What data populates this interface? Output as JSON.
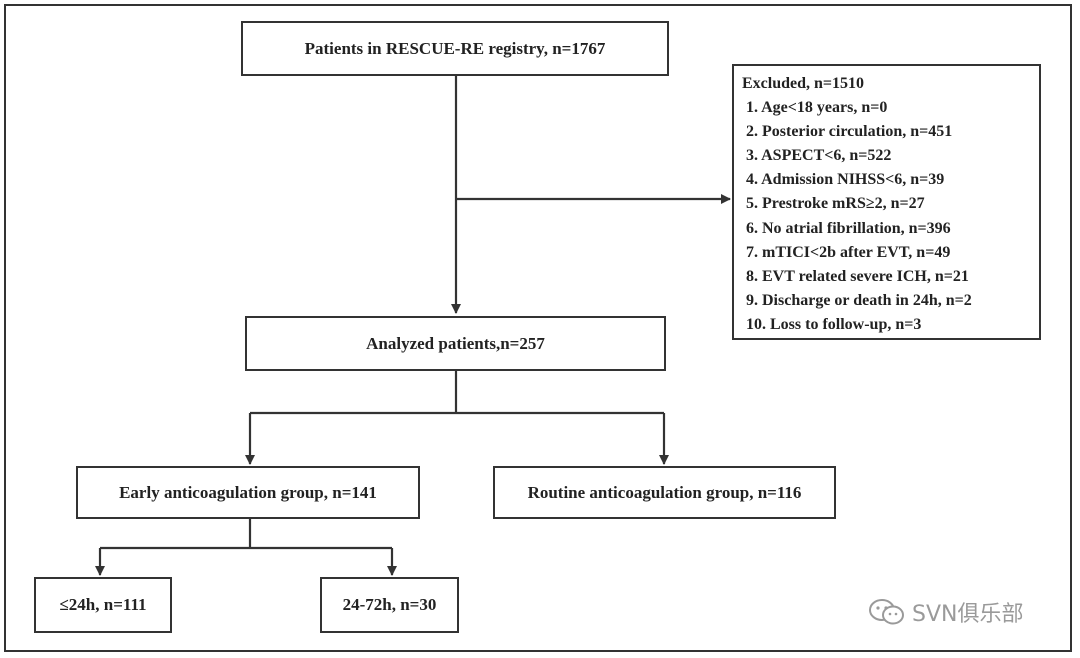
{
  "top_box": "Patients in RESCUE-RE registry, n=1767",
  "excluded": {
    "title": "Excluded, n=1510",
    "items": [
      "1. Age<18 years, n=0",
      "2. Posterior circulation, n=451",
      "3. ASPECT<6, n=522",
      "4. Admission NIHSS<6, n=39",
      "5. Prestroke mRS≥2, n=27",
      "6. No atrial fibrillation, n=396",
      "7. mTICI<2b after EVT, n=49",
      "8. EVT related severe ICH, n=21",
      "9. Discharge or death in 24h, n=2",
      "10. Loss to follow-up, n=3"
    ]
  },
  "analyzed_box": "Analyzed patients,n=257",
  "early_box": "Early anticoagulation group, n=141",
  "routine_box": "Routine anticoagulation group, n=116",
  "le24_box": "≤24h, n=111",
  "h24_72_box": "24-72h, n=30",
  "watermark": "SVN俱乐部",
  "colors": {
    "line": "#333333",
    "watermark": "#9a9a9a"
  }
}
